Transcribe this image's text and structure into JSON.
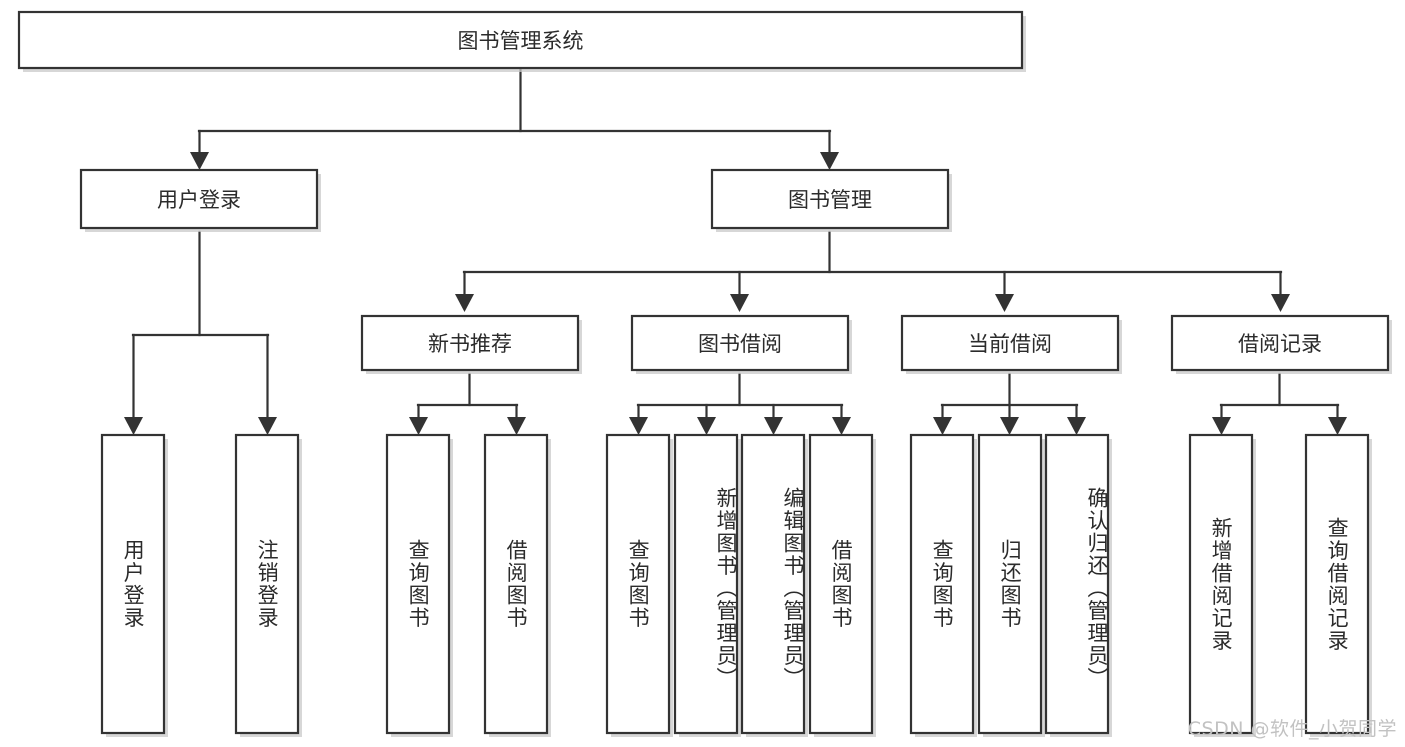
{
  "diagram": {
    "type": "tree-hierarchy",
    "title": "图书管理系统",
    "orientation": "top-down",
    "levels": 4,
    "colors": {
      "box_stroke": "#333333",
      "box_fill": "#ffffff",
      "connector": "#333333",
      "text": "#2b2b2b",
      "watermark": "#c2c2c2",
      "background": "#ffffff"
    },
    "root": {
      "id": "root",
      "label": "图书管理系统",
      "text_orientation": "horizontal"
    },
    "level2": [
      {
        "id": "user-login",
        "label": "用户登录",
        "text_orientation": "horizontal"
      },
      {
        "id": "book-manage",
        "label": "图书管理",
        "text_orientation": "horizontal"
      }
    ],
    "level3": [
      {
        "id": "new-book-rec",
        "label": "新书推荐",
        "parent": "book-manage",
        "text_orientation": "horizontal"
      },
      {
        "id": "book-borrow",
        "label": "图书借阅",
        "parent": "book-manage",
        "text_orientation": "horizontal"
      },
      {
        "id": "current-borrow",
        "label": "当前借阅",
        "parent": "book-manage",
        "text_orientation": "horizontal"
      },
      {
        "id": "borrow-record",
        "label": "借阅记录",
        "parent": "book-manage",
        "text_orientation": "horizontal"
      }
    ],
    "leaves": [
      {
        "id": "leaf-user-login",
        "label": "用户登录",
        "parent": "user-login",
        "text_orientation": "vertical"
      },
      {
        "id": "leaf-user-logout",
        "label": "注销登录",
        "parent": "user-login",
        "text_orientation": "vertical"
      },
      {
        "id": "leaf-query-book-1",
        "label": "查询图书",
        "parent": "new-book-rec",
        "text_orientation": "vertical"
      },
      {
        "id": "leaf-borrow-book-1",
        "label": "借阅图书",
        "parent": "new-book-rec",
        "text_orientation": "vertical"
      },
      {
        "id": "leaf-query-book-2",
        "label": "查询图书",
        "parent": "book-borrow",
        "text_orientation": "vertical"
      },
      {
        "id": "leaf-add-book",
        "label": "新增图书（管理员）",
        "parent": "book-borrow",
        "text_orientation": "vertical"
      },
      {
        "id": "leaf-edit-book",
        "label": "编辑图书（管理员）",
        "parent": "book-borrow",
        "text_orientation": "vertical"
      },
      {
        "id": "leaf-borrow-book-2",
        "label": "借阅图书",
        "parent": "book-borrow",
        "text_orientation": "vertical"
      },
      {
        "id": "leaf-query-book-3",
        "label": "查询图书",
        "parent": "current-borrow",
        "text_orientation": "vertical"
      },
      {
        "id": "leaf-return-book",
        "label": "归还图书",
        "parent": "current-borrow",
        "text_orientation": "vertical"
      },
      {
        "id": "leaf-confirm-return",
        "label": "确认归还（管理员）",
        "parent": "current-borrow",
        "text_orientation": "vertical"
      },
      {
        "id": "leaf-add-record",
        "label": "新增借阅记录",
        "parent": "borrow-record",
        "text_orientation": "vertical"
      },
      {
        "id": "leaf-query-record",
        "label": "查询借阅记录",
        "parent": "borrow-record",
        "text_orientation": "vertical"
      }
    ]
  },
  "watermark": {
    "text": "CSDN @软件_小贺同学"
  }
}
